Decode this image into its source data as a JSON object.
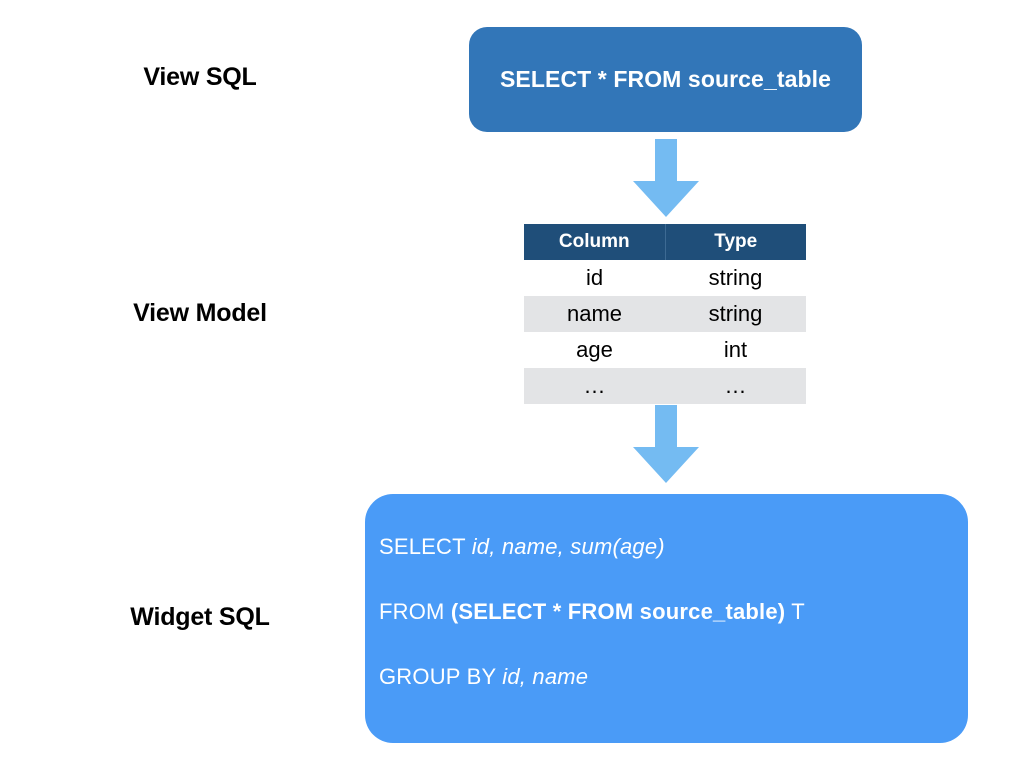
{
  "diagram": {
    "title": "View SQL to View Model to Widget SQL",
    "colors": {
      "view_sql_box": "#3276B8",
      "widget_sql_box": "#4A9BF7",
      "arrow": "#74BBF2",
      "table_header": "#1F4E79",
      "table_stripe": "#E3E4E6",
      "label_text": "#000000",
      "box_text": "#FFFFFF"
    }
  },
  "labels": {
    "view_sql": "View SQL",
    "view_model": "View Model",
    "widget_sql": "Widget SQL"
  },
  "view_sql": {
    "query": "SELECT * FROM source_table"
  },
  "arrows": {
    "first": "down-arrow",
    "second": "down-arrow"
  },
  "view_model": {
    "headers": [
      "Column",
      "Type"
    ],
    "rows": [
      [
        "id",
        "string"
      ],
      [
        "name",
        "string"
      ],
      [
        "age",
        "int"
      ],
      [
        "…",
        "…"
      ]
    ]
  },
  "widget_sql": {
    "line1": {
      "keyword": "SELECT ",
      "italic": "id, name, sum(age)"
    },
    "line2": {
      "keyword": "FROM ",
      "bold": "(SELECT * FROM source_table)",
      "suffix": " T"
    },
    "line3": {
      "keyword": "GROUP BY ",
      "italic": "id, name"
    }
  }
}
